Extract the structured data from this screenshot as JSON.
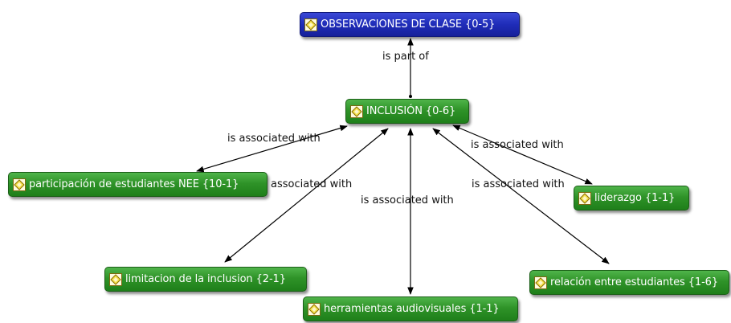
{
  "nodes": {
    "root": "OBSERVACIONES DE CLASE {0-5}",
    "center": "INCLUSIÓN {0-6}",
    "participacion": "participación de estudiantes NEE {10-1}",
    "liderazgo": "liderazgo {1-1}",
    "limitacion": "limitacion de la inclusion {2-1}",
    "herramientas": "herramientas audiovisuales {1-1}",
    "relacion": "relación entre estudiantes {1-6}"
  },
  "relations": {
    "part_of": "is part of",
    "assoc_participacion": "is associated with",
    "assoc_limitacion": "associated with",
    "assoc_herramientas": "is associated with",
    "assoc_relacion": "is associated with",
    "assoc_liderazgo": "is associated with"
  },
  "icon": "code-diamond-icon",
  "colors": {
    "node_green": "#2f9328",
    "node_blue": "#1f2cb8",
    "icon_fill": "#f5e04a"
  }
}
